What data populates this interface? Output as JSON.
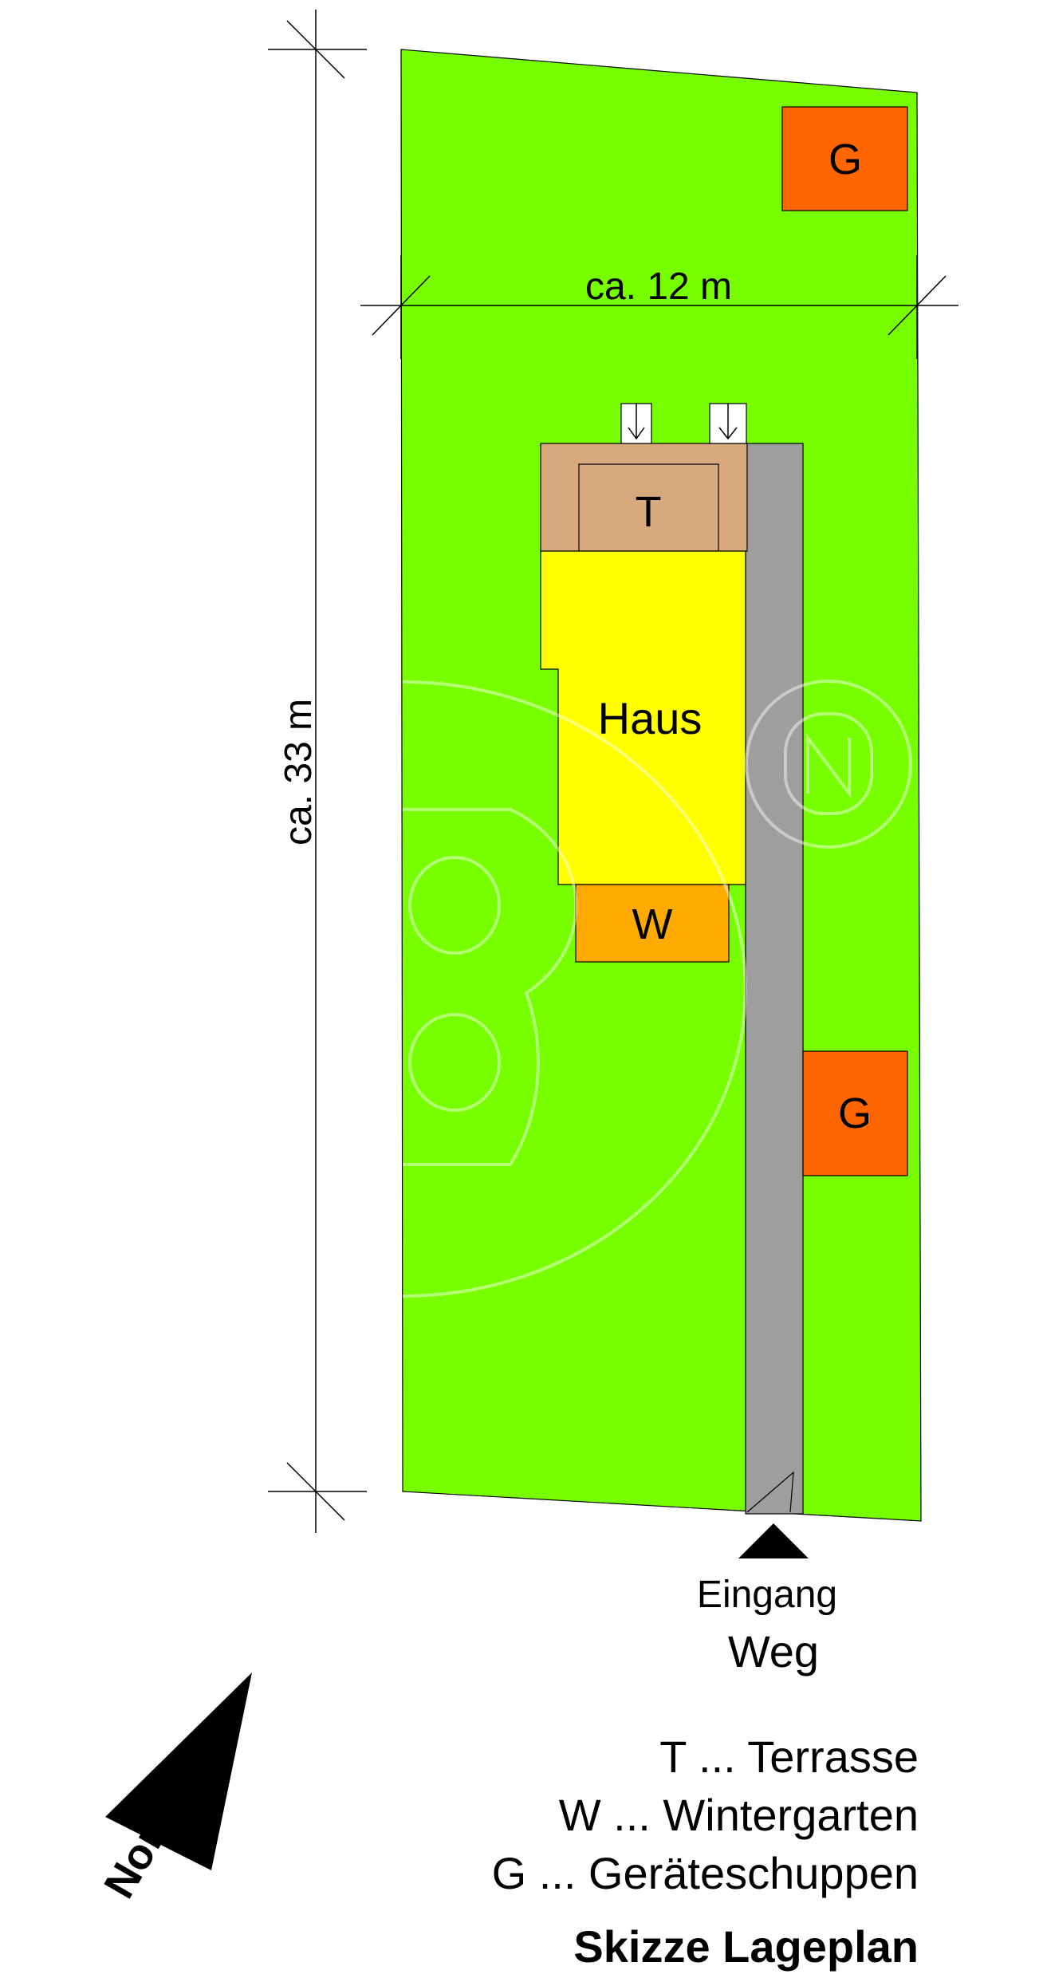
{
  "labels": {
    "width_dimension": "ca. 12 m",
    "length_dimension": "ca. 33 m",
    "terrace": "T",
    "house": "Haus",
    "winter_garden": "W",
    "shed": "G",
    "entrance": "Eingang",
    "path": "Weg",
    "north": "Norden"
  },
  "legend": {
    "items": [
      "T ... Terrasse",
      "W ... Wintergarten",
      "G ... Geräteschuppen"
    ],
    "title": "Skizze Lageplan"
  },
  "colors": {
    "lawn": "#77ff00",
    "house": "#ffff00",
    "terrace": "#d8a87e",
    "winter_garden": "#ffaa00",
    "shed": "#ff6600",
    "path": "#9e9e9e",
    "north_arrow": "#000000"
  }
}
